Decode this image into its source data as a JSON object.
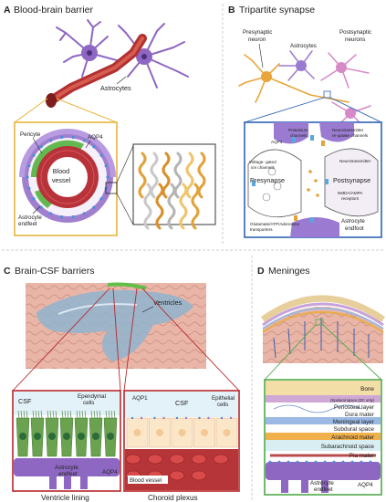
{
  "panels": {
    "a": {
      "letter": "A",
      "title": "Blood-brain barrier",
      "astrocytes": "Astrocytes",
      "pericyte": "Pericyte",
      "aqp4": "AQP4",
      "blood": "Blood",
      "vessel": "vessel",
      "endfeet_1": "Astrocyte",
      "endfeet_2": "endfeet",
      "color": "#e7b53c"
    },
    "b": {
      "letter": "B",
      "title": "Tripartite synapse",
      "presynaptic_1": "Presynaptic",
      "presynaptic_2": "neuron",
      "astrocytes": "Astrocytes",
      "postsynaptic_1": "Postsynaptic",
      "postsynaptic_2": "neurons",
      "aqp4": "AQP4",
      "potassium_1": "Potassium",
      "potassium_2": "channels",
      "nt_reuptake_1": "Neurotransmitter",
      "nt_reuptake_2": "re-uptake channels",
      "neurotransmitter": "Neurotransmitter",
      "vg_1": "Voltage- gated",
      "vg_2": "ion channels",
      "presynapse": "Presynapse",
      "postsynapse": "Postsynapse",
      "receptors_1": "NMDA/AMPA",
      "receptors_2": "receptors",
      "transporters_1": "Glutamate/ATP/Adenosine",
      "transporters_2": "transporters",
      "endfoot_1": "Astrocyte",
      "endfoot_2": "endfoot",
      "color": "#2f63b8"
    },
    "c": {
      "letter": "C",
      "title": "Brain-CSF barriers",
      "ventricles": "Ventricles",
      "csf_left": "CSF",
      "ependymal_1": "Ependymal",
      "ependymal_2": "cells",
      "aqp4_left": "AQP4",
      "endfeet_1": "Astrocyte",
      "endfeet_2": "endfeet",
      "ventricle_lining": "Ventricle lining",
      "aqp1": "AQP1",
      "csf_right": "CSF",
      "epithelial_1": "Epithelial",
      "epithelial_2": "cells",
      "blood_vessel": "Blood vessel",
      "choroid_plexus": "Choroid plexus",
      "color": "#b8272c"
    },
    "d": {
      "letter": "D",
      "title": "Meninges",
      "layers": [
        "Bone",
        "(Epidural space (DC only)",
        "Periosteal layer",
        "Dura mater",
        "Meningeal layer",
        "Subdural space",
        "Arachnoid mater",
        "Subarachnoid space",
        "Pia mater"
      ],
      "aqp4": "AQP4",
      "endfeet_1": "Astrocyte",
      "endfeet_2": "endfeet",
      "color": "#4fa94a"
    }
  }
}
